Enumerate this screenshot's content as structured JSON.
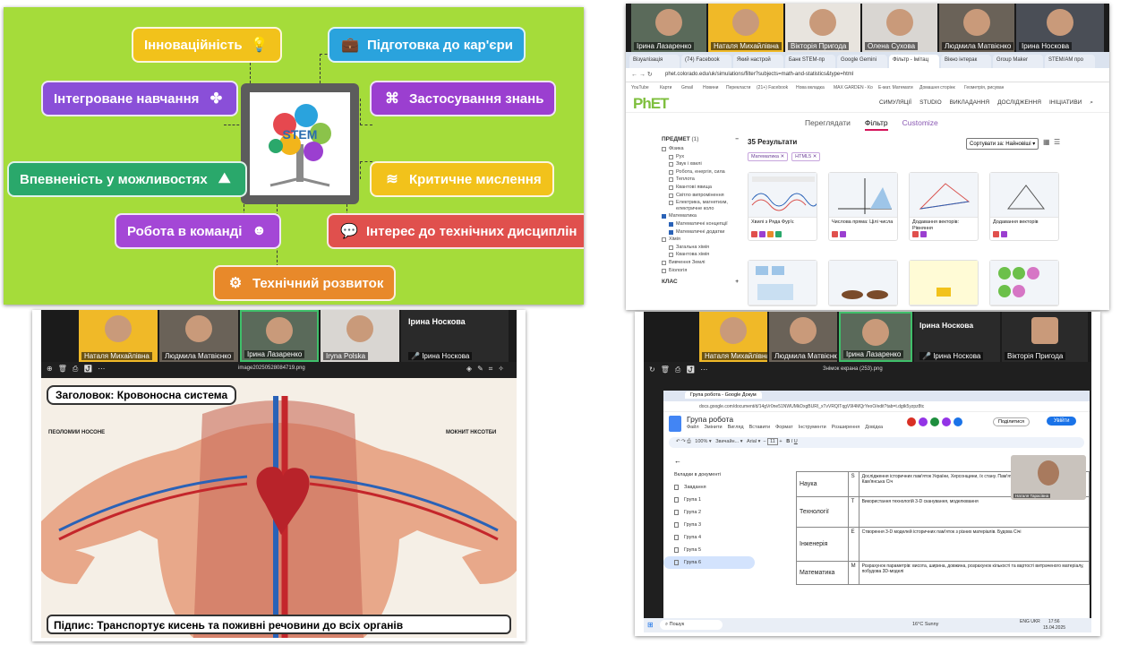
{
  "mindmap": {
    "center_label": "STEM",
    "nodes": [
      {
        "key": "innovation",
        "label": "Інноваційність",
        "color": "#f2c21b",
        "icon": "lightbulb-gear-icon"
      },
      {
        "key": "career",
        "label": "Підготовка до кар'єри",
        "color": "#2aa3dd",
        "icon": "briefcase-person-icon"
      },
      {
        "key": "integrated",
        "label": "Інтегроване навчання",
        "color": "#8a4fd8",
        "icon": "puzzle-icon"
      },
      {
        "key": "application",
        "label": "Застосування знань",
        "color": "#9b3fd0",
        "icon": "hierarchy-icon"
      },
      {
        "key": "confidence",
        "label": "Впевненість у можливостях",
        "color": "#2aa86b",
        "icon": "climber-icon"
      },
      {
        "key": "critical",
        "label": "Критичне мислення",
        "color": "#f2c21b",
        "icon": "wind-icon"
      },
      {
        "key": "teamwork",
        "label": "Робота в команді",
        "color": "#a447d6",
        "icon": "team-icon"
      },
      {
        "key": "interest",
        "label": "Інтерес до технічних дисциплін",
        "color": "#e0504d",
        "icon": "speech-bubble-icon"
      },
      {
        "key": "tech",
        "label": "Технічний розвиток",
        "color": "#e8892a",
        "icon": "gear-person-icon"
      }
    ]
  },
  "phet": {
    "participants": [
      "Ірина Лазаренко",
      "Наталя Михайлівна",
      "Вікторія Пригода",
      "Олена Сухова",
      "Людмила Матвієнко",
      "Ірина Носкова"
    ],
    "browser_tabs": [
      "Візуалізація",
      "(74) Facebook",
      "Який настрой",
      "Банк STEM-пр",
      "Google Gemini",
      "Фільтр - Імітац",
      "Вікно інтерак",
      "Group Maker",
      "STEM/AM про"
    ],
    "url": "phet.colorado.edu/uk/simulations/filter?subjects=math-and-statistics&type=html",
    "bookmarks": [
      "YouTube",
      "Карти",
      "Gmail",
      "Новини",
      "Перекласти",
      "(21+) Facebook",
      "Нова вкладка",
      "MAX GARDEN - Ко",
      "Е-мат. Математи",
      "Домашня сторінк",
      "Геометрія, рисуван"
    ],
    "logo": "PhET",
    "nav": [
      "СИМУЛЯЦІЇ",
      "STUDIO",
      "ВИКЛАДАННЯ",
      "ДОСЛІДЖЕННЯ",
      "ІНІЦІАТИВИ"
    ],
    "tabs": [
      "Переглядати",
      "Фільтр",
      "Customize"
    ],
    "filter_subject": "ПРЕДМЕТ",
    "filter_count": "(1)",
    "filter_groups": [
      {
        "title": "Фізика",
        "checked": false,
        "items": [
          "Рух",
          "Звук і хвилі",
          "Робота, енергія, сила",
          "Теплота",
          "Квантові явища",
          "Світло випромінення",
          "Електрика, магнетизм, електричне коло"
        ]
      },
      {
        "title": "Математика",
        "checked": true,
        "items": [
          "Математичні концепції",
          "Математичні додатки"
        ]
      },
      {
        "title": "Хімія",
        "checked": false,
        "items": [
          "Загальна хімія",
          "Квантова хімія"
        ]
      }
    ],
    "filter_extra": [
      "Вивчення Землі",
      "Біологія"
    ],
    "filter_class": "КЛАС",
    "results": "35 Результати",
    "chips": [
      "Математика",
      "HTML5"
    ],
    "sort": "Сортувати за: Найновіші",
    "sims": [
      "Хвилі з Ряда Фур'є",
      "Числова пряма: Цілі числа",
      "Додавання векторів: Рівняння",
      "Додавання векторів"
    ]
  },
  "anatomy": {
    "participants": [
      "Наталя Михайлівна",
      "Людмила Матвієнко",
      "Ірина Лазаренко",
      "Iryna Polska"
    ],
    "presenter": "Ірина Носкова",
    "presenter_sub": "Ірина Носкова",
    "filename": "image20250528084719.png",
    "title": "Заголовок: Кровоносна система",
    "caption": "Підпис: Транспортує кисень та поживні речовини до всіх органів",
    "left_header": "ПЕОЛОМИИ НОСОНЕ",
    "right_header": "МОКНИТ НКСОТБИ"
  },
  "docs": {
    "participants": [
      "Наталя Михайлівна",
      "Людмила Матвієнко",
      "Ірина Лазаренко"
    ],
    "presenter": "Ірина Носкова",
    "presenter_sub": "Ірина Носкова",
    "presenter_extra": "Вікторія Пригода",
    "window_title": "Знімок екрана (253).png",
    "tab_title": "Група робота - Google Докум",
    "url": "docs.google.com/document/d/14gVr0ne51NWUMkDxgBURI_xTvVRQITqgV9I4MQrYeoO/edit?tab=t.dgtk5yzpz8tc",
    "doc_title": "Група робота",
    "menu": [
      "Файл",
      "Змінити",
      "Вигляд",
      "Вставити",
      "Формат",
      "Інструменти",
      "Розширення",
      "Довідка"
    ],
    "share": "Поділитися",
    "login": "Увійти",
    "zoom": "100%",
    "style": "Звичайн...",
    "font": "Arial",
    "font_size": "11",
    "side_title": "Вкладки в документі",
    "side_items": [
      "Завдання",
      "Група 1",
      "Група 2",
      "Група 3",
      "Група 4",
      "Група 5",
      "Група 6"
    ],
    "table": [
      {
        "label": "Наука",
        "letter": "S",
        "text": "Дослідження історичних пам'яток України, Херсонщини, їх стану. Пам'ятник Богдану Хмельницькому Кам'янська Січ"
      },
      {
        "label": "Технології",
        "letter": "T",
        "text": "Використання технологій 3-D сканування, моделювання"
      },
      {
        "label": "Інженерія",
        "letter": "E",
        "text": "Створення 3-D моделей історичних пам'яток з різних матеріалів. Будова Січі"
      },
      {
        "label": "Математика",
        "letter": "M",
        "text": "Розрахунок параметрів: висота, ширина, довжина, розрахунок кількості та вартості витраченого матеріалу, побудова 3D-моделі"
      }
    ],
    "video_name": "Наталя Тарасівна",
    "search": "Пошук",
    "weather": "16°C Sunny",
    "clock": "17:56",
    "date": "15.04.2025",
    "lang": "ENG UKR"
  }
}
